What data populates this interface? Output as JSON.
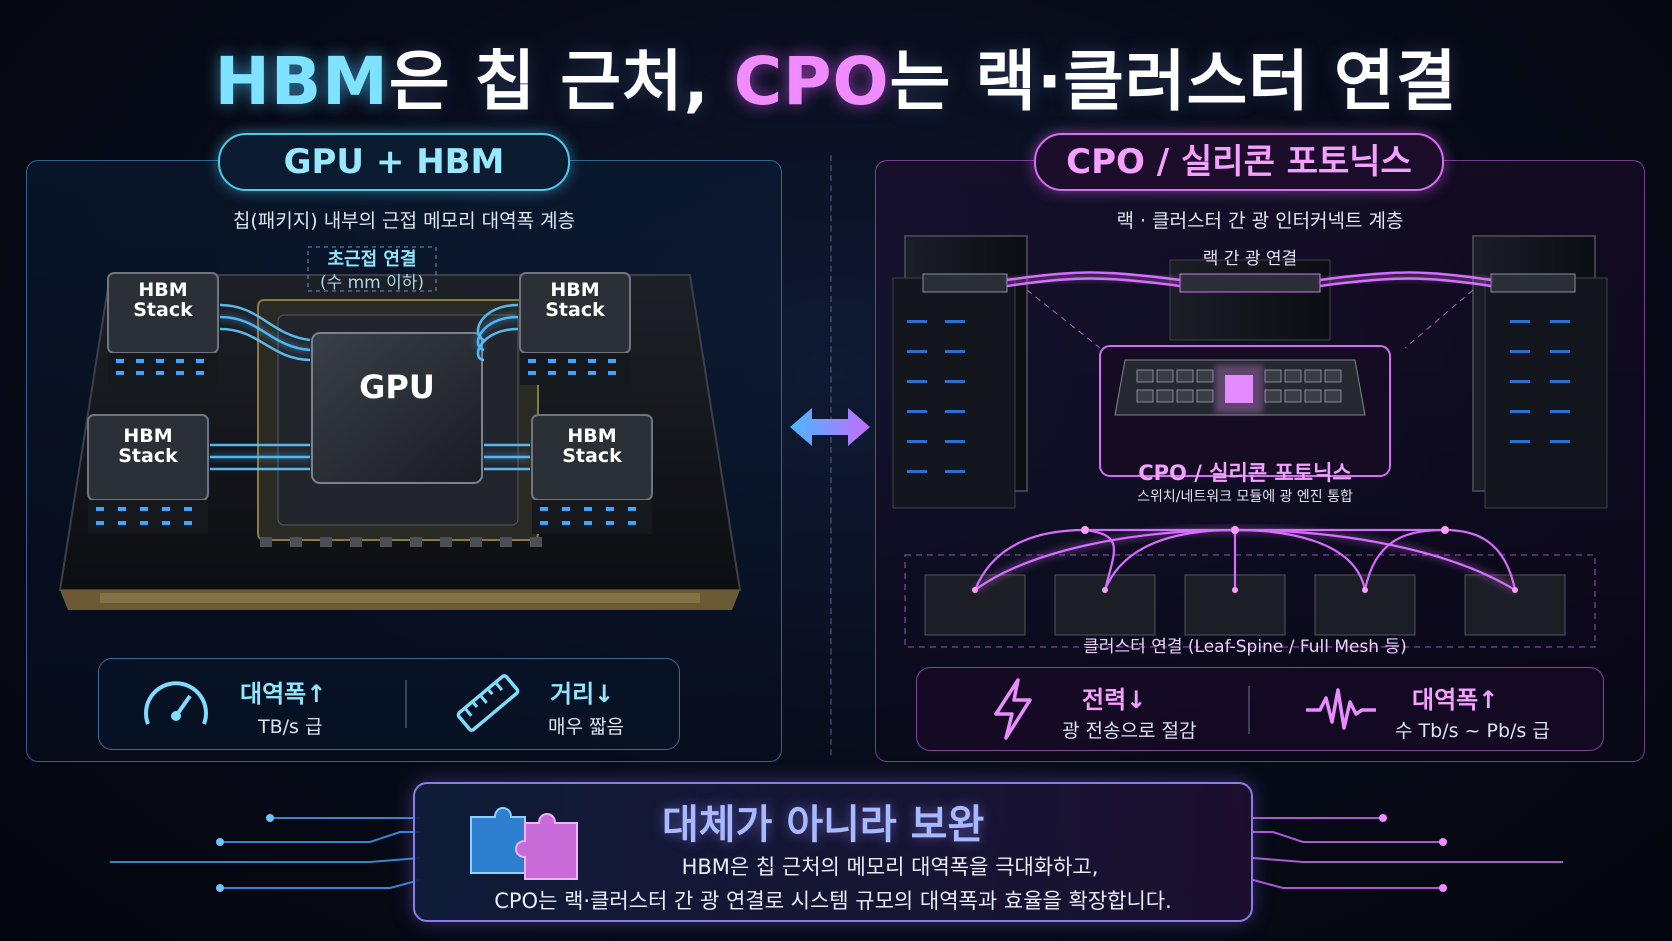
{
  "title": {
    "part1": "HBM",
    "part2": "은 칩 근처, ",
    "part3": "CPO",
    "part4": "는 랙·클러스터 연결"
  },
  "left": {
    "pill": "GPU + HBM",
    "subtitle": "칩(패키지) 내부의 근접 메모리 대역폭 계층",
    "callout_title": "초근접 연결",
    "callout_sub": "(수 mm 이하)",
    "gpu_label": "GPU",
    "hbm_labels": [
      "HBM\nStack",
      "HBM\nStack",
      "HBM\nStack",
      "HBM\nStack"
    ],
    "hbm_line1": "HBM",
    "hbm_line2": "Stack",
    "stats": [
      {
        "title": "대역폭↑",
        "sub": "TB/s 급",
        "icon": "gauge-icon"
      },
      {
        "title": "거리↓",
        "sub": "매우 짧음",
        "icon": "ruler-icon"
      }
    ]
  },
  "right": {
    "pill": "CPO / 실리콘 포토닉스",
    "subtitle": "랙 · 클러스터 간 광 인터커넥트 계층",
    "rack_link_label": "랙 간 광 연결",
    "module_title": "CPO / 실리콘 포토닉스",
    "module_sub": "스위치/네트워크 모듈에 광 엔진 통합",
    "cluster_label": "클러스터 연결 (Leaf-Spine / Full Mesh 등)",
    "stats": [
      {
        "title": "전력↓",
        "sub": "광 전송으로 절감",
        "icon": "lightning-icon"
      },
      {
        "title": "대역폭↑",
        "sub": "수 Tb/s ~ Pb/s 급",
        "icon": "waveform-icon"
      }
    ]
  },
  "banner": {
    "title": "대체가 아니라 보완",
    "line1": "HBM은 칩 근처의 메모리 대역폭을 극대화하고,",
    "line2": "CPO는 랙·클러스터 간 광 연결로 시스템 규모의 대역폭과 효율을 확장합니다.",
    "icon": "puzzle-icon"
  },
  "colors": {
    "cyan": "#7fe3ff",
    "pink": "#f08cff",
    "board": "#15171c"
  }
}
